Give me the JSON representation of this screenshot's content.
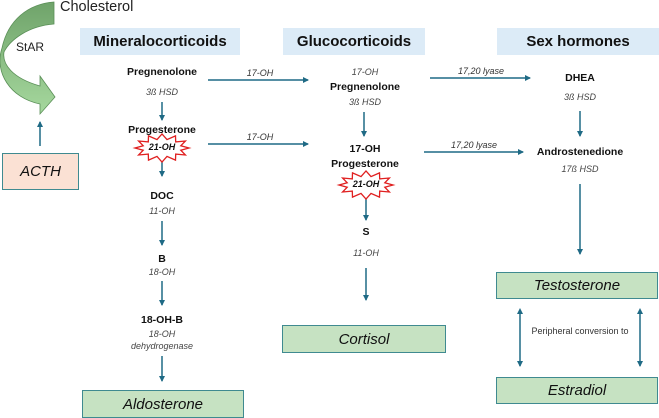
{
  "top": {
    "cholesterol": "Cholesterol",
    "star": "StAR",
    "acth": "ACTH"
  },
  "headers": {
    "mineralo": "Mineralocorticoids",
    "gluco": "Glucocorticoids",
    "sex": "Sex hormones"
  },
  "mineralo": {
    "pregnenolone": "Pregnenolone",
    "enzyme_3b": "3ß HSD",
    "progesterone": "Progesterone",
    "block_21oh": "21-OH",
    "doc": "DOC",
    "enzyme_11oh": "11-OH",
    "b": "B",
    "enzyme_18oh": "18-OH",
    "oh18b": "18-OH-B",
    "enzyme_18oh_dehydro_1": "18-OH",
    "enzyme_18oh_dehydro_2": "dehydrogenase",
    "product": "Aldosterone"
  },
  "gluco": {
    "pre_label": "17-OH",
    "pregnenolone": "Pregnenolone",
    "enzyme_3b": "3ß HSD",
    "oh17_line1": "17-OH",
    "oh17_line2": "Progesterone",
    "block_21oh": "21-OH",
    "s": "S",
    "enzyme_11oh": "11-OH",
    "product": "Cortisol"
  },
  "sex": {
    "dhea": "DHEA",
    "enzyme_3b": "3ß HSD",
    "androstenedione": "Androstenedione",
    "enzyme_17b": "17ß HSD",
    "testosterone": "Testosterone",
    "peripheral": "Peripheral conversion to",
    "estradiol": "Estradiol"
  },
  "cross_arrows": {
    "m_to_g_top": "17-OH",
    "m_to_g_bottom": "17-OH",
    "g_to_s_top": "17,20 lyase",
    "g_to_s_bottom": "17,20 lyase"
  },
  "colors": {
    "arrow": "#1f6a85",
    "header_bg": "#dcebf7",
    "product_bg": "#c6e2c2",
    "acth_bg": "#fbe1d4",
    "burst": "#e02020",
    "star_arrow": "#8fc98a"
  }
}
